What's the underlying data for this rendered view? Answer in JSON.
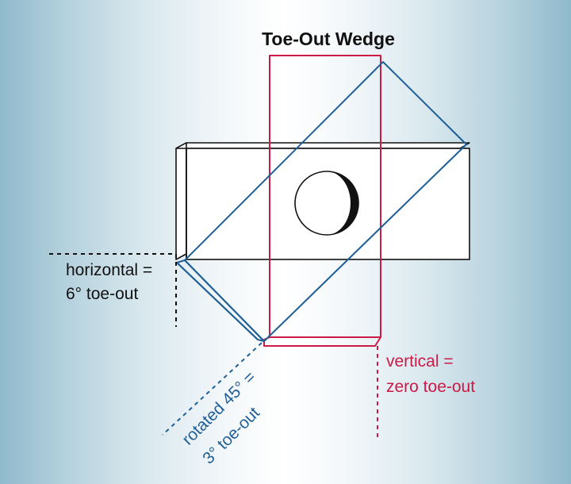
{
  "title": "Toe-Out Wedge",
  "labels": {
    "horizontal_line1": "horizontal =",
    "horizontal_line2": "6° toe-out",
    "vertical_line1": "vertical =",
    "vertical_line2": "zero toe-out",
    "rotated_line1": "rotated 45° =",
    "rotated_line2": "3° toe-out"
  },
  "colors": {
    "vertical_outline": "#cc1a47",
    "rotated_outline": "#1f5f96",
    "block_outline": "#111111",
    "background_edge": "#8fb9cc",
    "background_center": "#ffffff"
  },
  "orientations": [
    {
      "name": "horizontal",
      "toe_out_degrees": 6
    },
    {
      "name": "rotated 45°",
      "toe_out_degrees": 3
    },
    {
      "name": "vertical",
      "toe_out_degrees": 0
    }
  ]
}
